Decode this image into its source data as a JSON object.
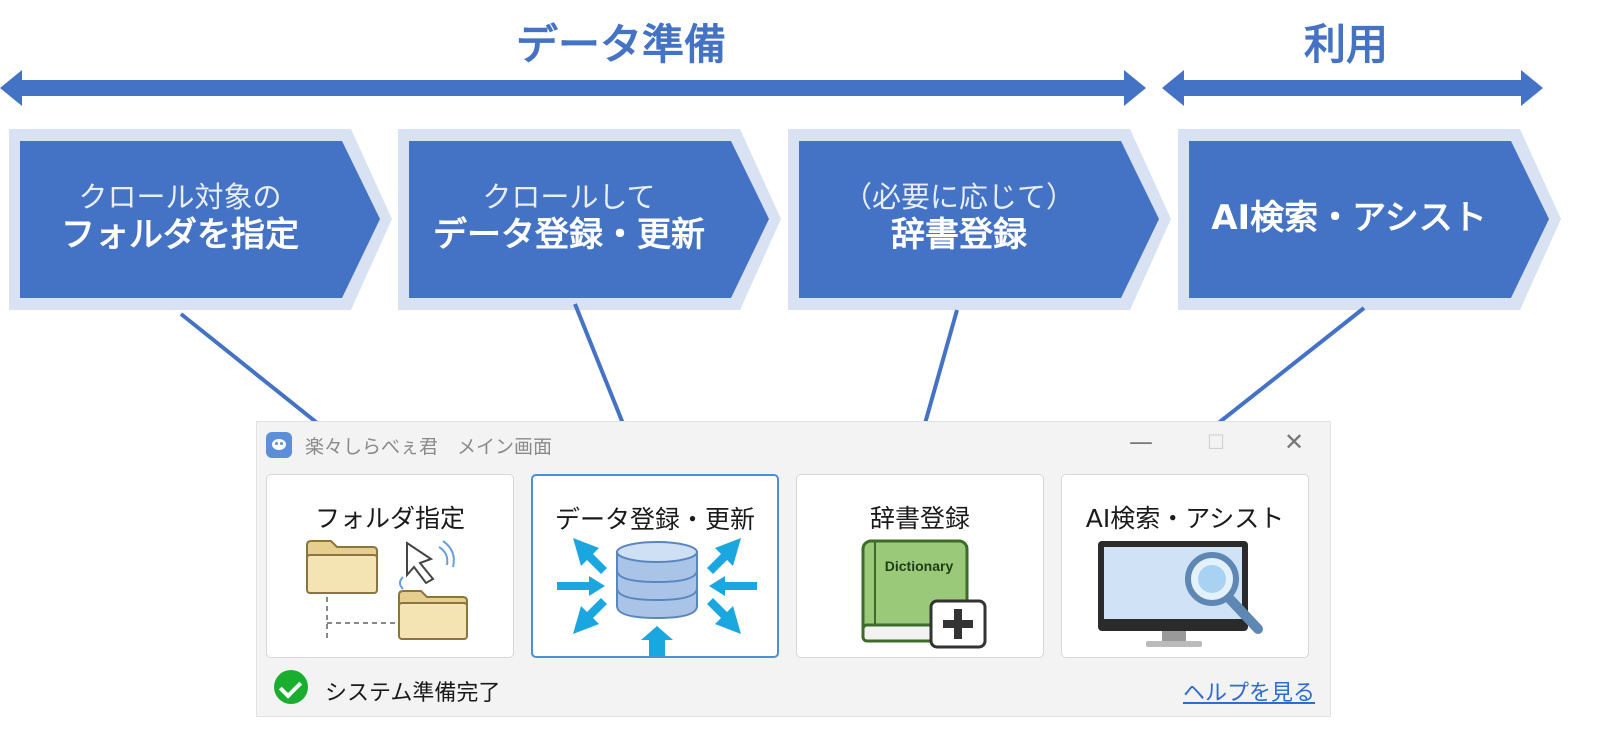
{
  "phases": {
    "prep_label": "データ準備",
    "use_label": "利用"
  },
  "steps": [
    {
      "sub": "クロール対象の",
      "main": "フォルダを指定"
    },
    {
      "sub": "クロールして",
      "main": "データ登録・更新"
    },
    {
      "sub": "（必要に応じて）",
      "main": "辞書登録"
    },
    {
      "sub": "",
      "main": "AI検索・アシスト"
    }
  ],
  "window": {
    "title": "楽々しらべぇ君　メイン画面",
    "minimize_glyph": "—",
    "maximize_glyph": "☐",
    "close_glyph": "✕",
    "cards": [
      {
        "label": "フォルダ指定",
        "icon": "folder-select-icon"
      },
      {
        "label": "データ登録・更新",
        "icon": "database-crawl-icon"
      },
      {
        "label": "辞書登録",
        "icon": "dictionary-add-icon",
        "book_text": "Dictionary"
      },
      {
        "label": "AI検索・アシスト",
        "icon": "monitor-search-icon"
      }
    ],
    "status_text": "システム準備完了",
    "help_link": "ヘルプを見る"
  },
  "colors": {
    "accent": "#4472C4",
    "chevron_border": "#D9E2F3",
    "status_ok": "#1aae2f",
    "link": "#2f6bd1"
  }
}
